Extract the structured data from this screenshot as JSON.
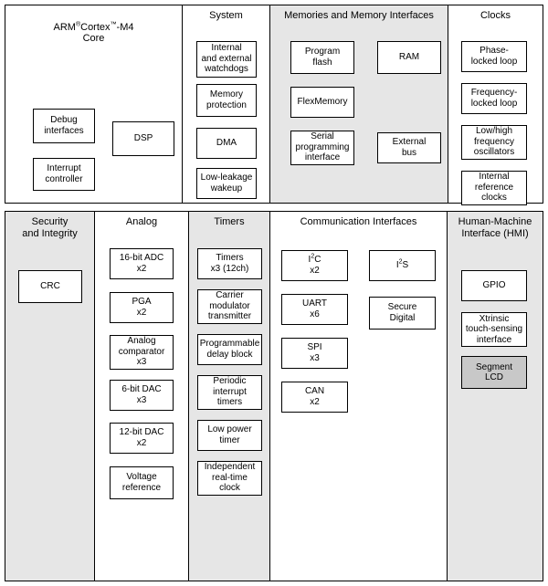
{
  "diagram": {
    "title": "Kinetis MCU block diagram",
    "colors": {
      "panel_white": "#ffffff",
      "panel_shaded": "#e6e6e6",
      "block_white": "#ffffff",
      "block_filled": "#c8c8c8",
      "stroke": "#000000"
    }
  },
  "top_section": {
    "panels": [
      {
        "id": "arm-core",
        "title": "ARM®Cortex™-M4\nCore",
        "shaded": false,
        "blocks": [
          {
            "label": "Debug\ninterfaces",
            "filled": false
          },
          {
            "label": "DSP",
            "filled": false
          },
          {
            "label": "Interrupt\ncontroller",
            "filled": false
          }
        ]
      },
      {
        "id": "system",
        "title": "System",
        "shaded": false,
        "blocks": [
          {
            "label": "Internal\nand external\nwatchdogs",
            "filled": false
          },
          {
            "label": "Memory\nprotection",
            "filled": false
          },
          {
            "label": "DMA",
            "filled": false
          },
          {
            "label": "Low-leakage\nwakeup",
            "filled": false
          }
        ]
      },
      {
        "id": "memories",
        "title": "Memories and Memory Interfaces",
        "shaded": true,
        "blocks": [
          {
            "label": "Program\nflash",
            "filled": false
          },
          {
            "label": "RAM",
            "filled": false
          },
          {
            "label": "FlexMemory",
            "filled": false
          },
          {
            "label": "Serial\nprogramming\ninterface",
            "filled": false
          },
          {
            "label": "External\nbus",
            "filled": false
          }
        ]
      },
      {
        "id": "clocks",
        "title": "Clocks",
        "shaded": false,
        "blocks": [
          {
            "label": "Phase-\nlocked loop",
            "filled": false
          },
          {
            "label": "Frequency-\nlocked loop",
            "filled": false
          },
          {
            "label": "Low/high\nfrequency\noscillators",
            "filled": false
          },
          {
            "label": "Internal\nreference\nclocks",
            "filled": false
          }
        ]
      }
    ]
  },
  "bottom_section": {
    "panels": [
      {
        "id": "security",
        "title": "Security\nand Integrity",
        "shaded": true,
        "blocks": [
          {
            "label": "CRC",
            "filled": false
          }
        ]
      },
      {
        "id": "analog",
        "title": "Analog",
        "shaded": false,
        "blocks": [
          {
            "label": "16-bit ADC\nx2",
            "filled": false
          },
          {
            "label": "PGA\nx2",
            "filled": false
          },
          {
            "label": "Analog\ncomparator\nx3",
            "filled": false
          },
          {
            "label": "6-bit DAC\nx3",
            "filled": false
          },
          {
            "label": "12-bit DAC\nx2",
            "filled": false
          },
          {
            "label": "Voltage\nreference",
            "filled": false
          }
        ]
      },
      {
        "id": "timers",
        "title": "Timers",
        "shaded": true,
        "blocks": [
          {
            "label": "Timers\nx3 (12ch)",
            "filled": false
          },
          {
            "label": "Carrier\nmodulator\ntransmitter",
            "filled": false
          },
          {
            "label": "Programmable\ndelay block",
            "filled": false
          },
          {
            "label": "Periodic\ninterrupt\ntimers",
            "filled": false
          },
          {
            "label": "Low power\ntimer",
            "filled": false
          },
          {
            "label": "Independent\nreal-time\nclock",
            "filled": false
          }
        ]
      },
      {
        "id": "communication",
        "title": "Communication Interfaces",
        "shaded": false,
        "blocks": [
          {
            "label": "I2C\nx2",
            "html": "I<sup>2</sup>C<br>x2",
            "filled": false
          },
          {
            "label": "I2S",
            "html": "I<sup>2</sup>S",
            "filled": false
          },
          {
            "label": "UART\nx6",
            "filled": false
          },
          {
            "label": "Secure\nDigital",
            "filled": false
          },
          {
            "label": "SPI\nx3",
            "filled": false
          },
          {
            "label": "CAN\nx2",
            "filled": false
          }
        ]
      },
      {
        "id": "hmi",
        "title": "Human-Machine\nInterface (HMI)",
        "shaded": true,
        "blocks": [
          {
            "label": "GPIO",
            "filled": false
          },
          {
            "label": "Xtrinsic\ntouch-sensing\ninterface",
            "filled": false
          },
          {
            "label": "Segment\nLCD",
            "filled": true
          }
        ]
      }
    ]
  }
}
